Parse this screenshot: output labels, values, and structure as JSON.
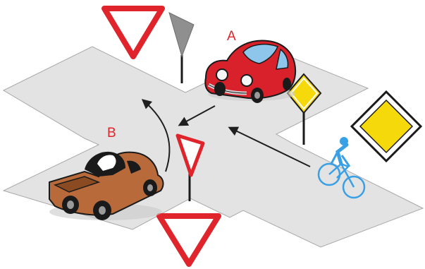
{
  "scene": {
    "vehicles": [
      {
        "label": "A",
        "kind": "car",
        "color": "#d8212b"
      },
      {
        "label": "B",
        "kind": "pickup-truck",
        "color": "#b86a3a"
      }
    ],
    "cyclist_color": "#3aa0e6",
    "signs": [
      {
        "type": "yield",
        "color": "#e0242b"
      },
      {
        "type": "priority-road",
        "color": "#f5d90a"
      }
    ],
    "road_color": "#e3e3e3",
    "arrow_color": "#1f1f1f"
  }
}
